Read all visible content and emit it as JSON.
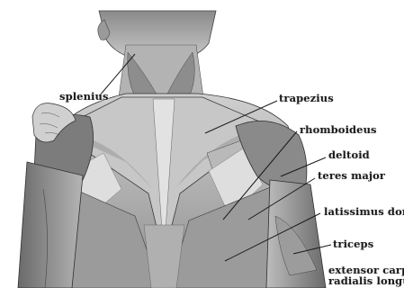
{
  "figure": {
    "subject": "back-muscles-anatomy",
    "colors": {
      "skin_light": "#d9d9d9",
      "skin_mid": "#a9a9a9",
      "skin_dark": "#5f5f5f",
      "outline": "#2b2b2b",
      "label_text": "#1a1a1a",
      "background": "#ffffff"
    }
  },
  "labels": {
    "splenius": "splenius",
    "trapezius": "trapezius",
    "rhomboideus": "rhomboideus",
    "deltoid": "deltoid",
    "teres_major": "teres major",
    "latissimus_dorsi": "latissimus dorsi",
    "triceps": "triceps",
    "extensor_line1": "extensor carpi",
    "extensor_line2": "radialis longus"
  }
}
